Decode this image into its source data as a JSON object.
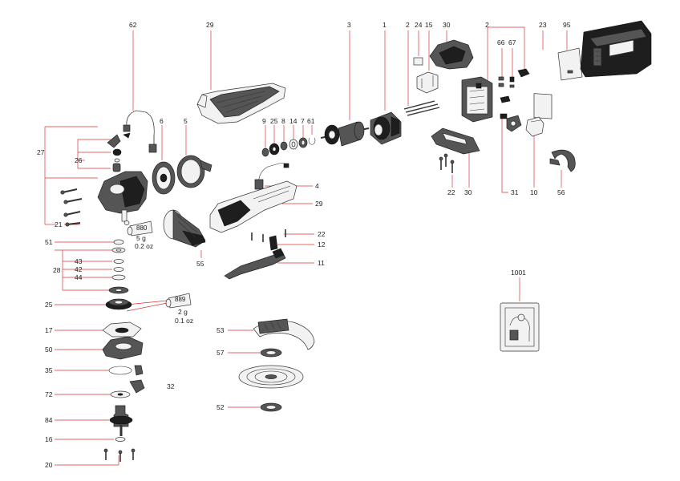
{
  "parts": [
    "62",
    "29",
    "3",
    "1",
    "2",
    "24",
    "15",
    "30",
    "2",
    "23",
    "95",
    "27",
    "26",
    "6",
    "5",
    "9",
    "25",
    "8",
    "14",
    "7",
    "61",
    "66",
    "67",
    "4",
    "29",
    "22",
    "30",
    "31",
    "10",
    "56",
    "21",
    "880",
    "5 g",
    "0.2 oz",
    "22",
    "12",
    "11",
    "55",
    "51",
    "28",
    "43",
    "42",
    "44",
    "25",
    "889",
    "2 g",
    "0.1 oz",
    "1001",
    "17",
    "53",
    "57",
    "50",
    "35",
    "32",
    "72",
    "84",
    "16",
    "52",
    "20"
  ],
  "colors": {
    "callout": "#d33",
    "line": "#333",
    "dark": "#1e1e1e",
    "mid": "#555",
    "light": "#f2f2f2"
  }
}
